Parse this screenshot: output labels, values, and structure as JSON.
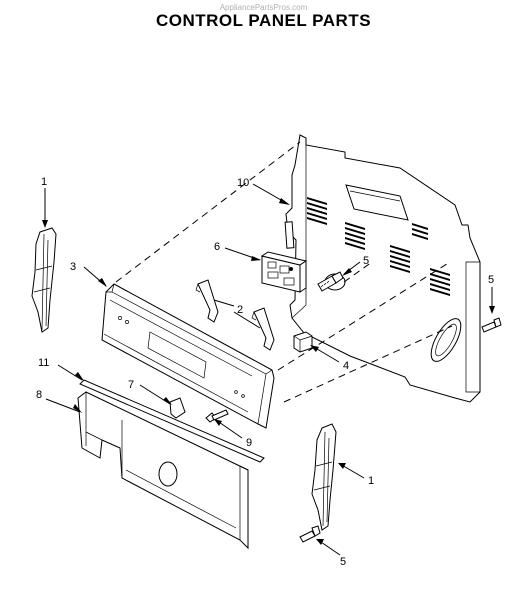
{
  "watermark": "AppliancePartsPros.com",
  "title": "CONTROL PANEL PARTS",
  "callouts": {
    "c1_top": "1",
    "c10": "10",
    "c6": "6",
    "c5_top": "5",
    "c3": "3",
    "c2": "2",
    "c5_right": "5",
    "c4": "4",
    "c11": "11",
    "c7": "7",
    "c8": "8",
    "c9": "9",
    "c1_bottom": "1",
    "c5_bottom": "5"
  }
}
